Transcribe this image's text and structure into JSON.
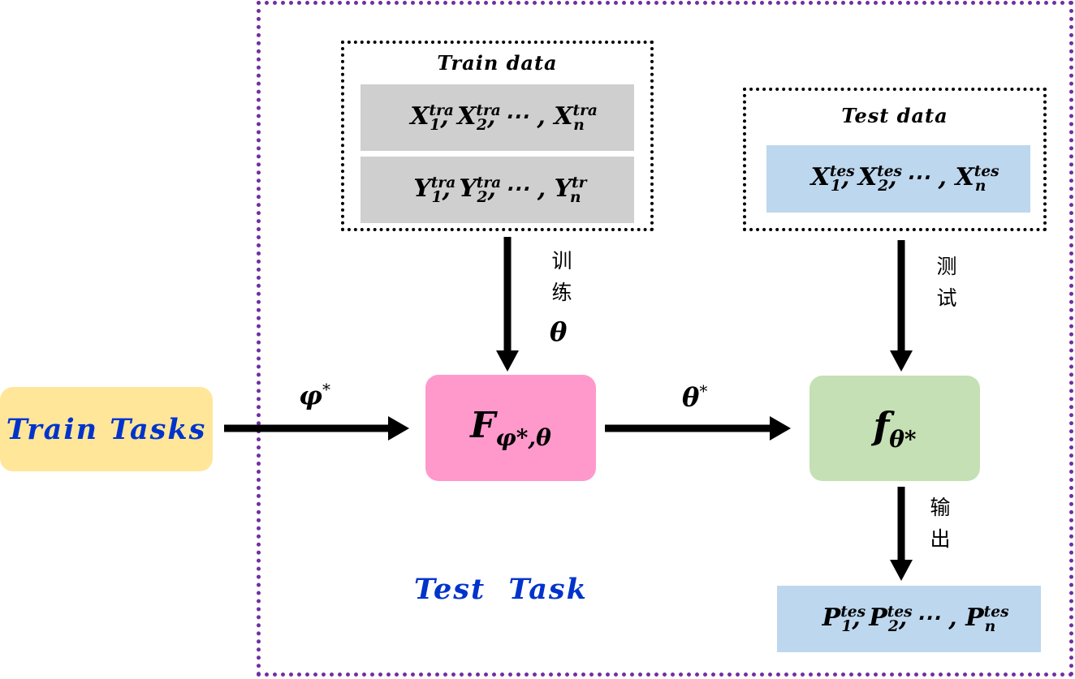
{
  "diagram": {
    "train_tasks_label": "Train Tasks",
    "test_task_label": "Test  Task",
    "train_data": {
      "title": "Train data",
      "x_row": {
        "base": "X",
        "sub": [
          "1",
          "2",
          "n"
        ],
        "sup": "tra"
      },
      "y_row": {
        "base": "Y",
        "sub": [
          "1",
          "2",
          "n"
        ],
        "sup": [
          "tra",
          "tra",
          "tr"
        ]
      }
    },
    "test_data": {
      "title": "Test data",
      "x_row": {
        "base": "X",
        "sub": [
          "1",
          "2",
          "n"
        ],
        "sup": "tes"
      }
    },
    "output_row": {
      "base": "P",
      "sub": [
        "1",
        "2",
        "n"
      ],
      "sup": "tes"
    },
    "edges": {
      "train_label_cjk": "训练",
      "train_label_symbol": "θ",
      "test_label_cjk": "测试",
      "output_label_cjk": "输出",
      "phi_star": {
        "base": "φ",
        "sup": "*"
      },
      "theta_star": {
        "base": "θ",
        "sup": "*"
      }
    },
    "nodes": {
      "F": {
        "base": "F",
        "sub": "φ*,θ"
      },
      "f": {
        "base": "f",
        "sub": "θ*"
      }
    },
    "colors": {
      "train_tasks_fill": "#ffe699",
      "F_node_fill": "#ff99cc",
      "f_node_fill": "#c5e0b4",
      "train_row_fill": "#d0cfcf",
      "test_row_fill": "#bdd7ee",
      "test_task_border": "#7030a0",
      "label_blue": "#0033cc"
    }
  }
}
